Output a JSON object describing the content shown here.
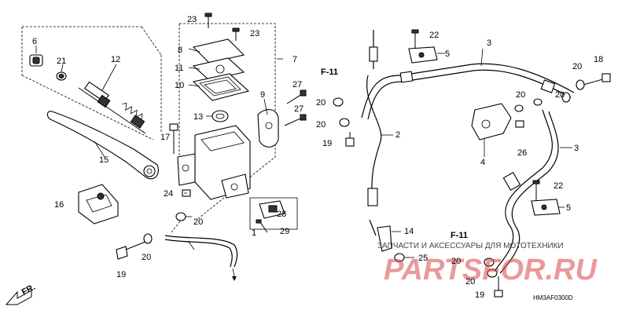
{
  "diagram": {
    "code": "HM3AF0300D",
    "direction_label": "FR.",
    "refs": [
      "F-11",
      "F-11"
    ],
    "watermark": {
      "subtitle": "ЗАПЧАСТИ И АКСЕССУАРЫ ДЛЯ МОТОТЕХНИКИ",
      "brand": "PARTSFOR.RU"
    },
    "parts": [
      "1",
      "2",
      "3",
      "3",
      "4",
      "5",
      "5",
      "6",
      "7",
      "8",
      "9",
      "10",
      "11",
      "12",
      "13",
      "14",
      "15",
      "16",
      "17",
      "18",
      "19",
      "19",
      "19",
      "20",
      "20",
      "20",
      "20",
      "20",
      "20",
      "20",
      "20",
      "20",
      "21",
      "22",
      "22",
      "23",
      "23",
      "24",
      "25",
      "26",
      "27",
      "27",
      "28",
      "29"
    ],
    "colors": {
      "line": "#000000",
      "watermark": "#d94646",
      "background": "#ffffff"
    }
  }
}
